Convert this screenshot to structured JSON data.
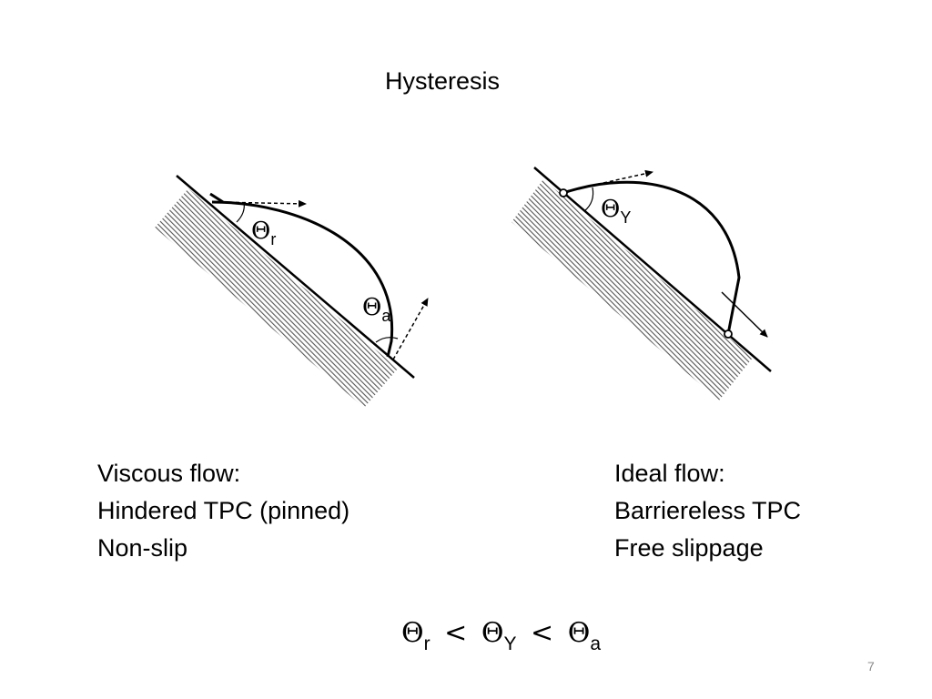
{
  "title": "Hysteresis",
  "left_diagram": {
    "angle_receding": {
      "symbol": "Θ",
      "subscript": "r"
    },
    "angle_advancing": {
      "symbol": "Θ",
      "subscript": "a"
    }
  },
  "right_diagram": {
    "angle_young": {
      "symbol": "Θ",
      "subscript": "Y"
    }
  },
  "left_caption": [
    "Viscous flow:",
    "Hindered TPC (pinned)",
    "Non-slip"
  ],
  "right_caption": [
    "Ideal flow:",
    "Barriereless TPC",
    "Free slippage"
  ],
  "relation": {
    "symbol": "Θ",
    "sub1": "r",
    "op1": "<",
    "sub2": "Y",
    "op2": "<",
    "sub3": "a"
  },
  "page_number": "7"
}
